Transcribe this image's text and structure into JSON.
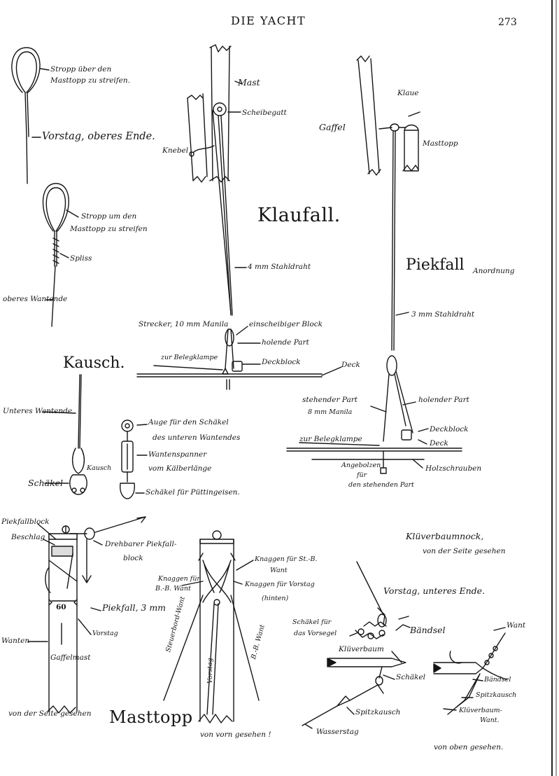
{
  "header": {
    "title": "DIE YACHT",
    "page_number": "273"
  },
  "labels": {
    "stropp1": "Stropp über den",
    "stropp1b": "Masttopp zu streifen.",
    "vorstag_ende": "Vorstag, oberes Ende.",
    "stropp2": "Stropp um den",
    "stropp2b": "Masttopp zu streifen",
    "spliss": "Spliss",
    "oberes_wantende": "oberes Wantende",
    "kausch_title": "Kausch.",
    "unteres_wantende": "Unteres Wantende",
    "kausch_small": "Kausch",
    "schaekel_small": "Schäkel",
    "auge": "Auge für den Schäkel",
    "auge2": "des unteren Wantendes",
    "wantenspanner": "Wantenspanner",
    "wantenspanner2": "vom Kälberlänge",
    "schaekel_puetting": "Schäkel für Püttingeisen.",
    "mast": "Mast",
    "scheibengatt": "Scheibegatt",
    "knebel": "Knebel",
    "klaufall": "Klaufall.",
    "stahldraht4": "4 mm Stahldraht",
    "strecker": "Strecker, 10 mm Manila",
    "block_einsch": "einscheibiger Block",
    "holende_part": "holende Part",
    "zur_belegklampe": "zur Belegklampe",
    "deckblock": "Deckblock",
    "deck": "Deck",
    "klaue": "Klaue",
    "gaffel": "Gaffel",
    "masttopp_right": "Masttopp",
    "piekfall": "Piekfall",
    "anordnung": "Anordnung",
    "stahldraht3": "3 mm Stahldraht",
    "stehender_part": "stehender Part",
    "stehender_part2": "8 mm Manila",
    "holender_part": "holender Part",
    "deckblock2": "Deckblock",
    "deck2": "Deck",
    "zur_belegklampe2": "zur Belegklampe",
    "angebolzen": "Angebolzen",
    "angebolzen2": "für",
    "angebolzen3": "den stehenden Part",
    "holzschrauben": "Holzschrauben",
    "piekfallblock": "Piekfallblock",
    "beschlag": "Beschlag",
    "drehbarer": "Drehbarer Piekfall-",
    "drehbarer2": "block",
    "piekfall_small": "Piekfall, 3 mm",
    "dim60": "60",
    "vorstag_small": "Vorstag",
    "wanten": "Wanten",
    "gaffelmast": "Gaffelmast",
    "seite_links": "von der Seite gesehen",
    "masttopp_title": "Masttopp",
    "knaggen1": "Knaggen für St.-B.",
    "knaggen1b": "Want",
    "knaggen2": "Knaggen für",
    "knaggen2b": "B.-B. Want",
    "knaggen3": "Knaggen für Vorstag",
    "knaggen3b": "(hinten)",
    "steuerbord_want": "Steuerbord-Want",
    "vorstag_vert": "Vorstag",
    "bb_want": "B.-B. Want",
    "von_vorn": "von vorn gesehen !",
    "kluever1": "Klüverbaumnock,",
    "kluever2": "von der Seite gesehen",
    "vorstag_unteres": "Vorstag, unteres Ende.",
    "schaekel_fuer": "Schäkel für",
    "das_vorsegel": "das Vorsegel",
    "bandsel": "Bändsel",
    "want_r": "Want",
    "klueverbaum": "Klüverbaum",
    "schaekel_c": "Schäkel",
    "spitzkausch": "Spitzkausch",
    "wasserstag": "Wasserstag",
    "bandsel2": "Bändsel",
    "spitzkausch2": "Spitzkausch",
    "klueverbaum_want": "Klüverbaum-",
    "klueverbaum_want2": "Want.",
    "von_oben": "von oben gesehen."
  }
}
